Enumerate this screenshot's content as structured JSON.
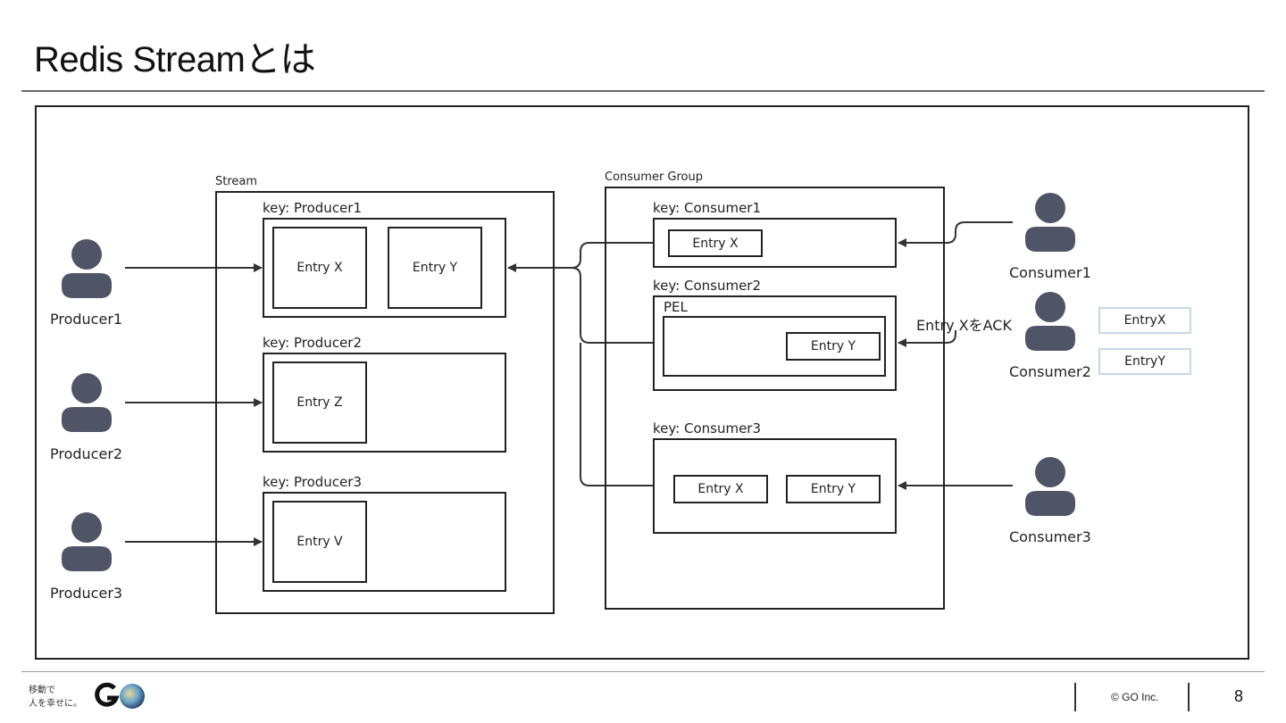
{
  "slide": {
    "title": "Redis Streamとは",
    "page_number": "8",
    "copyright": "© GO Inc.",
    "tagline": [
      "移動で",
      "人を幸せに。"
    ],
    "logo_text": "GO"
  },
  "diagram": {
    "stream": {
      "label": "Stream",
      "keys": [
        {
          "label": "key: Producer1",
          "entries": [
            "Entry X",
            "Entry Y"
          ]
        },
        {
          "label": "key: Producer2",
          "entries": [
            "Entry Z"
          ]
        },
        {
          "label": "key: Producer3",
          "entries": [
            "Entry V"
          ]
        }
      ]
    },
    "producers": [
      "Producer1",
      "Producer2",
      "Producer3"
    ],
    "consumer_group": {
      "label": "Consumer Group",
      "consumers": [
        {
          "label": "key: Consumer1",
          "entries": [
            "Entry X"
          ]
        },
        {
          "label": "key: Consumer2",
          "pel_label": "PEL",
          "entries": [
            "Entry Y"
          ]
        },
        {
          "label": "key: Consumer3",
          "entries": [
            "Entry X",
            "Entry Y"
          ]
        }
      ]
    },
    "consumers": [
      "Consumer1",
      "Consumer2",
      "Consumer3"
    ],
    "ack_label": "Entry XをACK",
    "consumer2_entries": [
      "EntryX",
      "EntryY"
    ]
  },
  "colors": {
    "person": "#4f5566",
    "line": "#222222",
    "ack_box_border": "#c9d7ea"
  }
}
